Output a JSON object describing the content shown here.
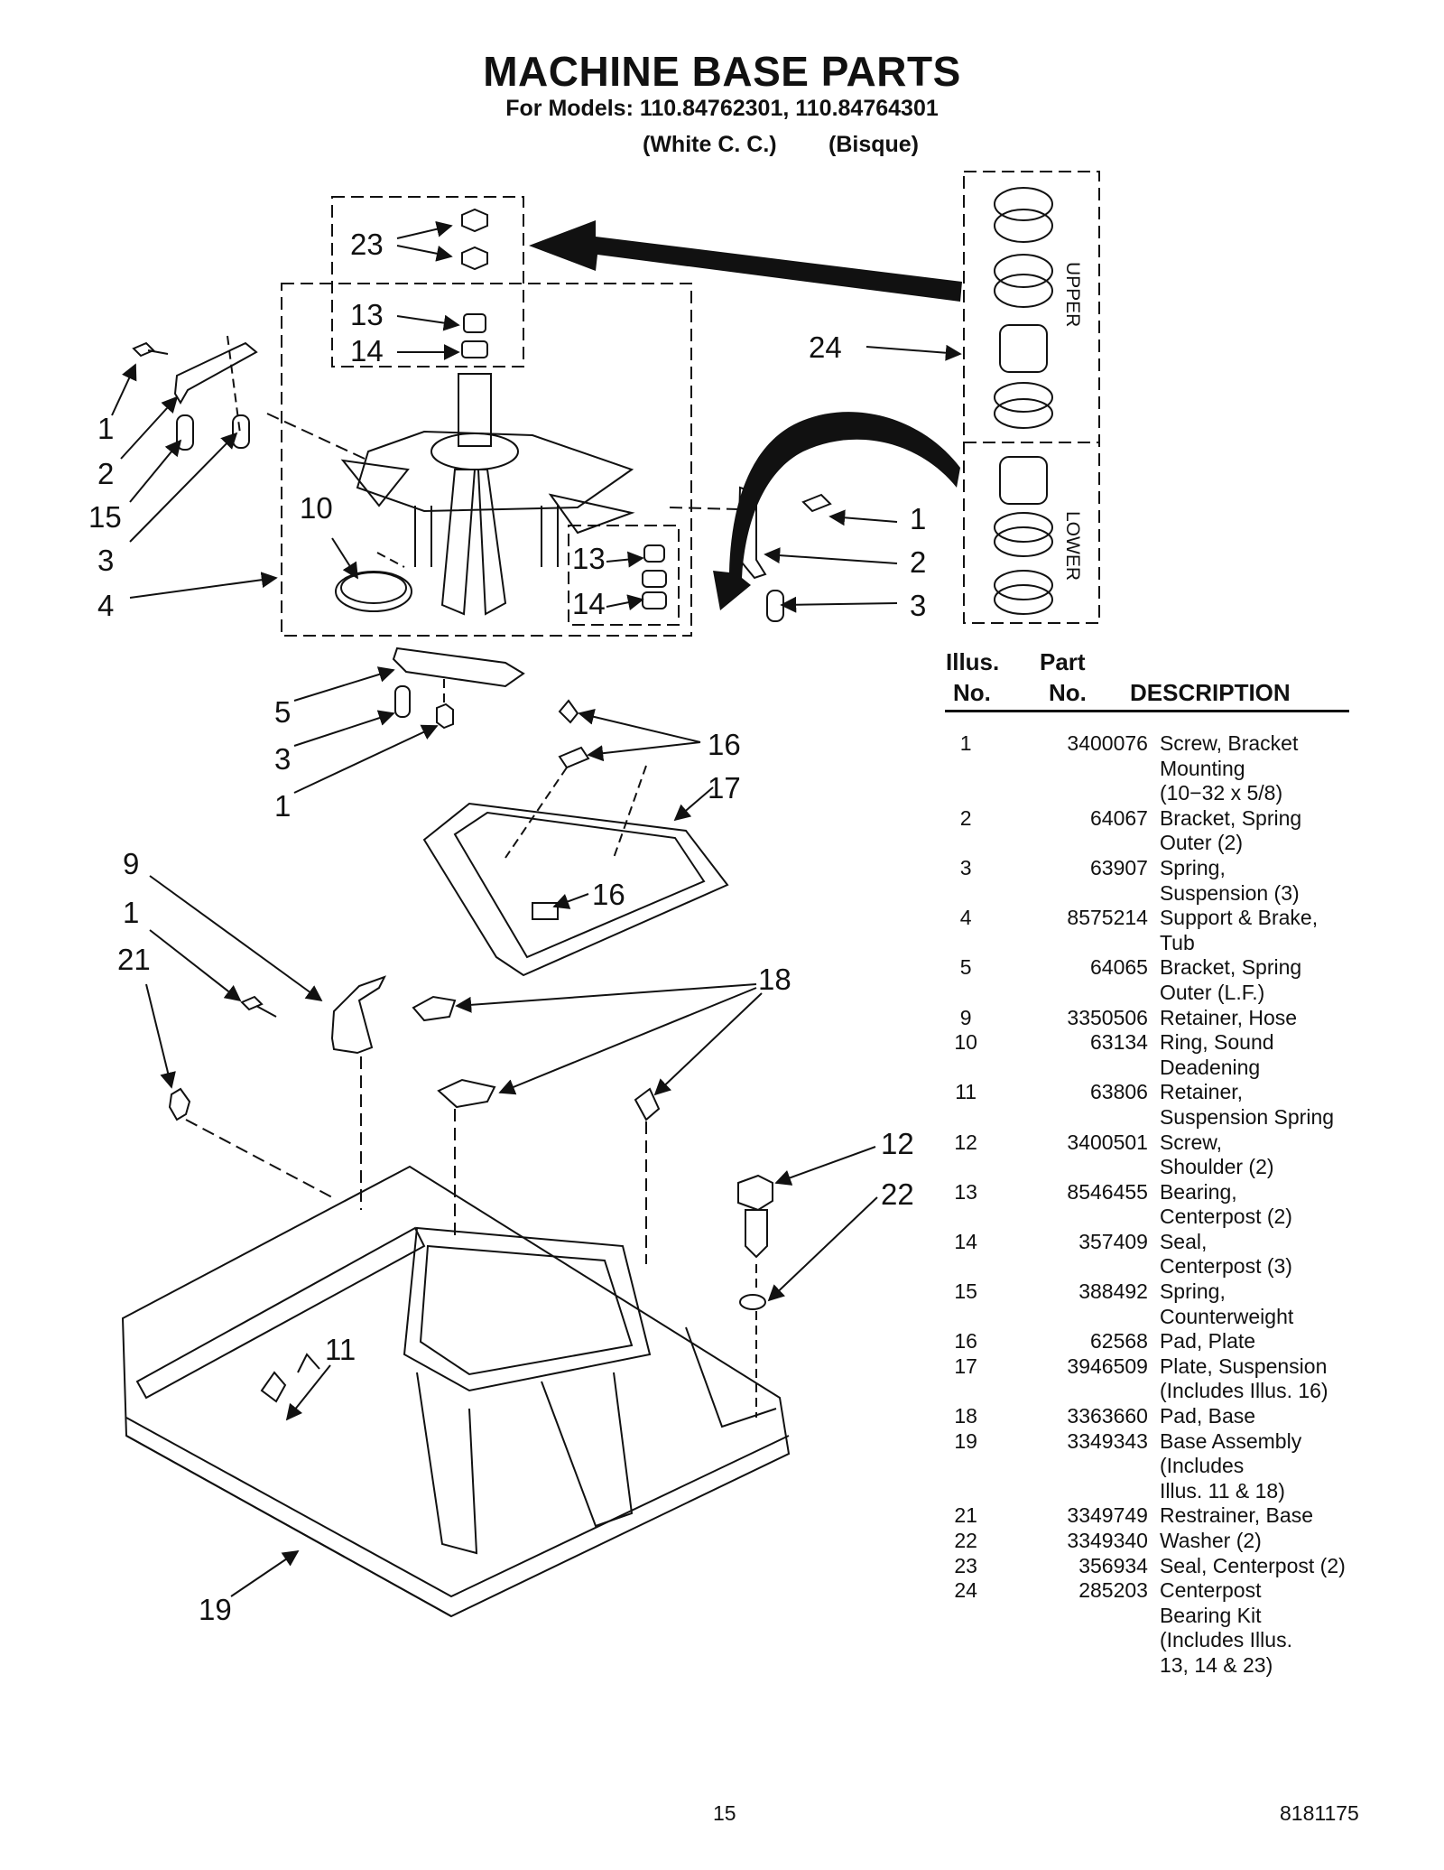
{
  "header": {
    "title": "MACHINE BASE PARTS",
    "subtitle": "For Models: 110.84762301, 110.84764301",
    "model_1_color": "(White C. C.)",
    "model_2_color": "(Bisque)"
  },
  "diagram": {
    "kit_labels": {
      "upper": "UPPER",
      "lower": "LOWER"
    },
    "callouts": [
      "1",
      "2",
      "3",
      "4",
      "5",
      "9",
      "10",
      "11",
      "12",
      "13",
      "14",
      "15",
      "16",
      "17",
      "18",
      "19",
      "21",
      "22",
      "23",
      "24"
    ]
  },
  "table": {
    "headers": {
      "illus_line1": "Illus.",
      "illus_line2": "No.",
      "part_line1": "Part",
      "part_line2": "No.",
      "description": "DESCRIPTION"
    },
    "rows": [
      {
        "illus": "1",
        "part": "3400076",
        "desc": "Screw, Bracket\nMounting\n(10−32 x 5/8)"
      },
      {
        "illus": "2",
        "part": "64067",
        "desc": "Bracket, Spring\nOuter (2)"
      },
      {
        "illus": "3",
        "part": "63907",
        "desc": "Spring,\nSuspension (3)"
      },
      {
        "illus": "4",
        "part": "8575214",
        "desc": "Support & Brake,\nTub"
      },
      {
        "illus": "5",
        "part": "64065",
        "desc": "Bracket, Spring\nOuter (L.F.)"
      },
      {
        "illus": "9",
        "part": "3350506",
        "desc": "Retainer, Hose"
      },
      {
        "illus": "10",
        "part": "63134",
        "desc": "Ring, Sound\nDeadening"
      },
      {
        "illus": "11",
        "part": "63806",
        "desc": "Retainer,\nSuspension Spring"
      },
      {
        "illus": "12",
        "part": "3400501",
        "desc": "Screw,\nShoulder (2)"
      },
      {
        "illus": "13",
        "part": "8546455",
        "desc": "Bearing,\nCenterpost (2)"
      },
      {
        "illus": "14",
        "part": "357409",
        "desc": "Seal,\nCenterpost (3)"
      },
      {
        "illus": "15",
        "part": "388492",
        "desc": "Spring,\nCounterweight"
      },
      {
        "illus": "16",
        "part": "62568",
        "desc": "Pad, Plate"
      },
      {
        "illus": "17",
        "part": "3946509",
        "desc": "Plate, Suspension\n(Includes Illus. 16)"
      },
      {
        "illus": "18",
        "part": "3363660",
        "desc": "Pad, Base"
      },
      {
        "illus": "19",
        "part": "3349343",
        "desc": "Base Assembly\n(Includes\n Illus. 11 & 18)"
      },
      {
        "illus": "21",
        "part": "3349749",
        "desc": "Restrainer, Base"
      },
      {
        "illus": "22",
        "part": "3349340",
        "desc": "Washer (2)"
      },
      {
        "illus": "23",
        "part": "356934",
        "desc": "Seal, Centerpost (2)"
      },
      {
        "illus": "24",
        "part": "285203",
        "desc": "Centerpost\nBearing Kit\n(Includes Illus.\n13, 14 & 23)"
      }
    ]
  },
  "footer": {
    "page_number": "15",
    "document_number": "8181175"
  }
}
